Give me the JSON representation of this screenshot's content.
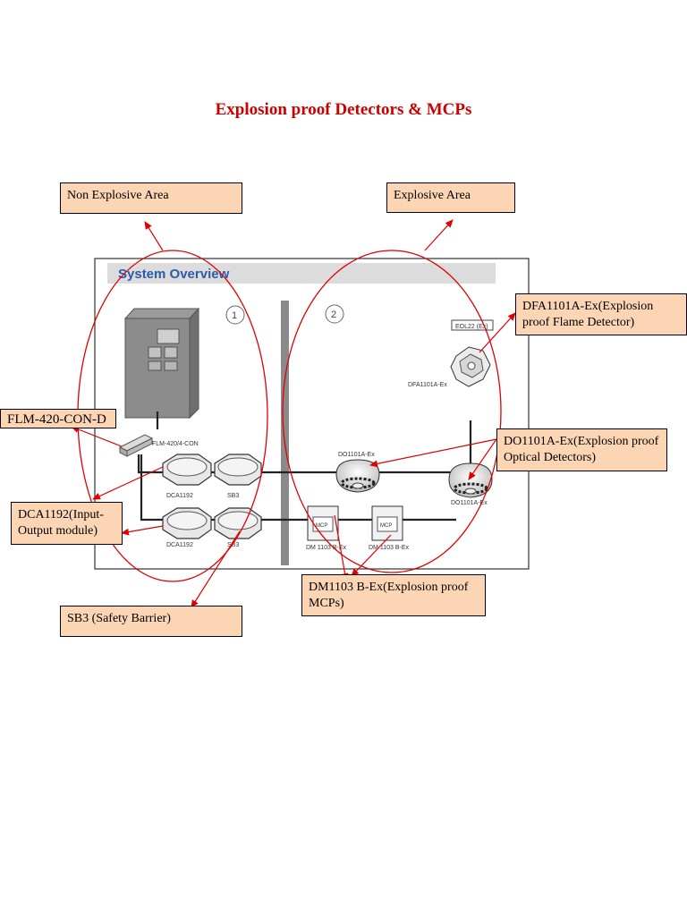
{
  "title": "Explosion proof  Detectors & MCPs",
  "panel": {
    "header": "System Overview",
    "zone_1": "1",
    "zone_2": "2",
    "device_labels": {
      "flm": "FLM-420/4-CON",
      "dca_top": "DCA1192",
      "sb3_top": "SB3",
      "dca_bottom": "DCA1192",
      "sb3_bottom": "SB3",
      "do_center": "DO1101A-Ex",
      "do_right": "DO1101A-Ex",
      "dfa": "DFA1101A-Ex",
      "eol": "EOL22 (Ex)",
      "dm_left": "DM 1103 B-Ex",
      "dm_right": "DM 1103 B-Ex",
      "mcp_text": "MCP"
    }
  },
  "callouts": {
    "non_explosive": "Non Explosive Area",
    "explosive": "Explosive Area",
    "dfa": "DFA1101A-Ex(Explosion proof Flame Detector)",
    "flm": "FLM-420-CON-D",
    "do": "DO1101A-Ex(Explosion proof  Optical Detectors)",
    "dca": "DCA1192(Input-Output module)",
    "dm": "DM1103 B-Ex(Explosion proof  MCPs)",
    "sb3": "SB3 (Safety Barrier)"
  },
  "colors": {
    "title": "#cc0000",
    "callout_fill": "#fcd5b4",
    "annotation_red": "#e00000",
    "panel_header_text": "#2b5cab",
    "panel_header_bg": "#dcdcdc"
  },
  "icons": {
    "fire_panel": "fire-control-panel-icon",
    "module": "junction-box-icon",
    "detector": "optical-detector-icon",
    "flame": "flame-detector-icon",
    "mcp": "manual-call-point-icon"
  }
}
